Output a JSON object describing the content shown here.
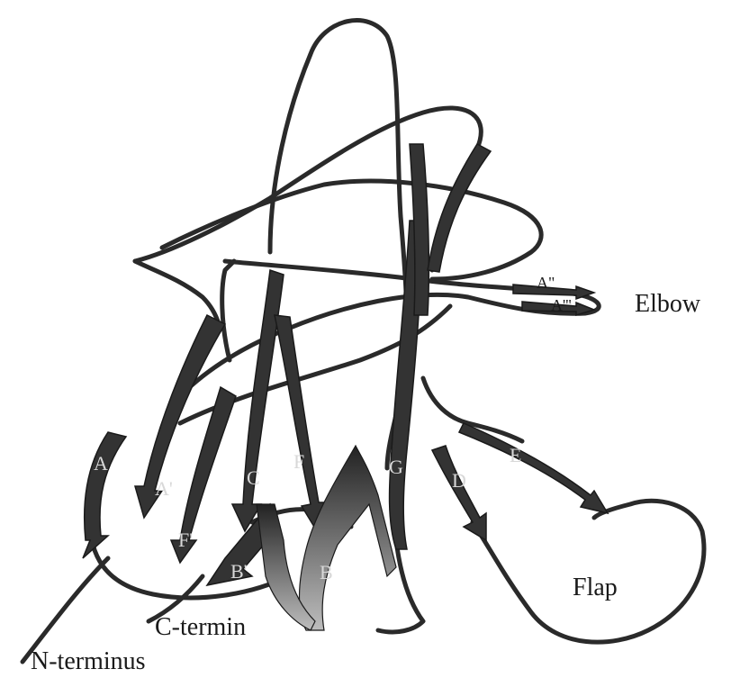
{
  "labels": {
    "elbow": "Elbow",
    "flap": "Flap",
    "c_terminus": "C-termin",
    "n_terminus": "N-terminus",
    "strand_a": "A",
    "strand_a_prime": "A'",
    "strand_a2": "A\"",
    "strand_a3": "A'''",
    "strand_b": "B",
    "strand_b_prime": "B'",
    "strand_c": "C",
    "strand_d": "D",
    "strand_e": "E",
    "strand_f": "F",
    "strand_f_prime": "F'",
    "strand_g": "G"
  }
}
